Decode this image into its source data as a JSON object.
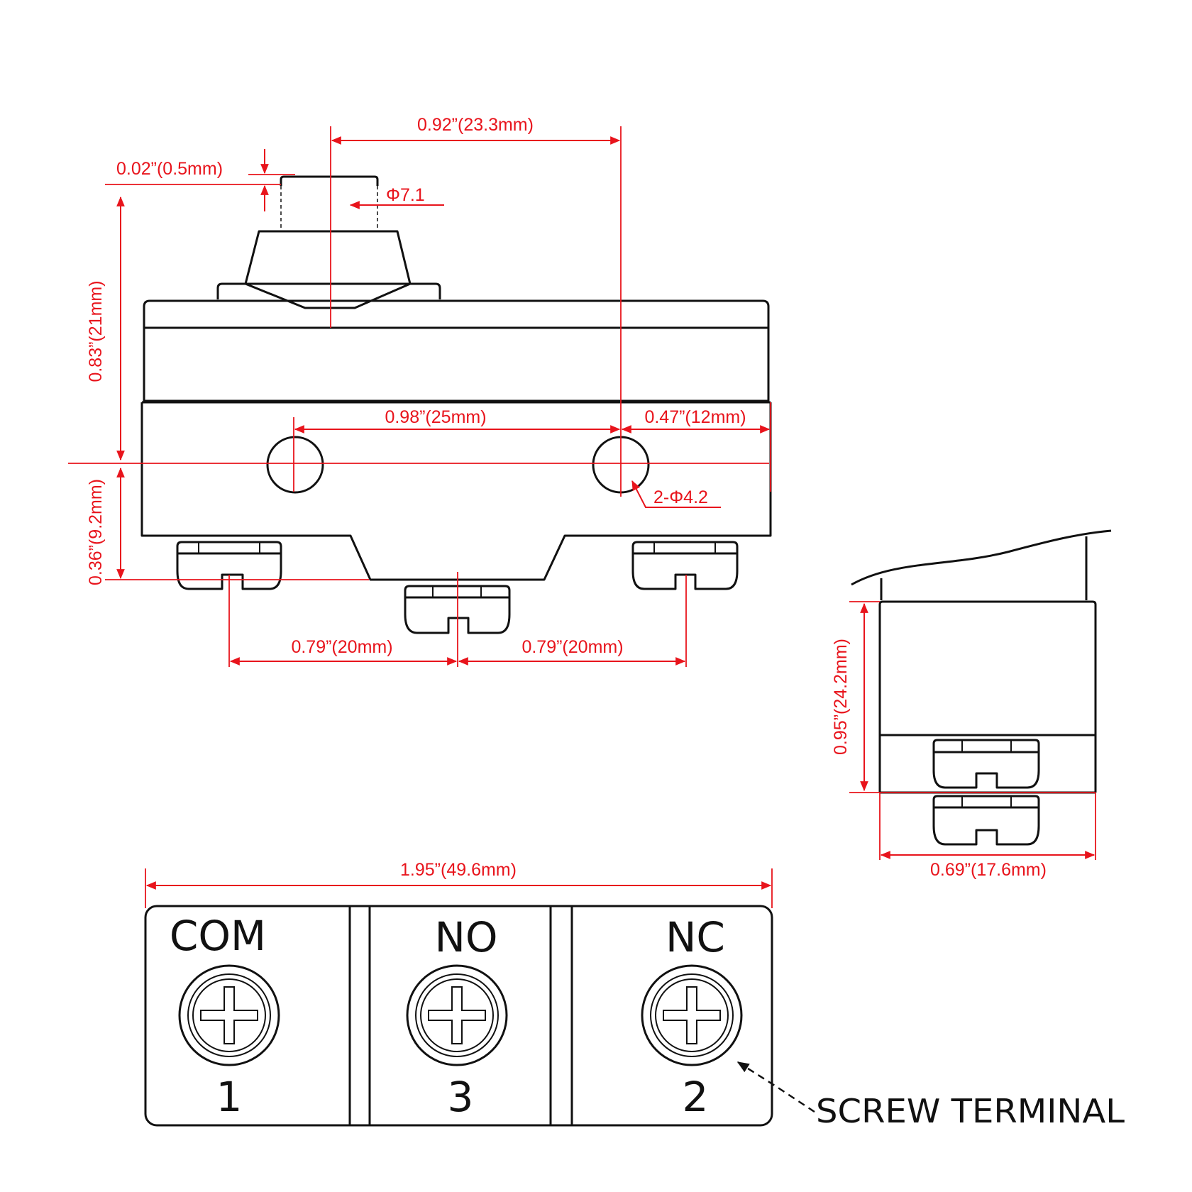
{
  "colors": {
    "dimension": "#e8141c",
    "outline": "#111111",
    "background": "#ffffff"
  },
  "dimensions": {
    "plunger_offset": "0.92”(23.3mm)",
    "plunger_travel": "0.02”(0.5mm)",
    "plunger_diameter": "Φ7.1",
    "total_height": "0.83”(21mm)",
    "hole_spacing": "0.98”(25mm)",
    "hole_edge": "0.47”(12mm)",
    "hole_diameter": "2-Φ4.2",
    "hole_height": "0.36”(9.2mm)",
    "terminal_pitch_left": "0.79”(20mm)",
    "terminal_pitch_right": "0.79”(20mm)",
    "side_height": "0.95”(24.2mm)",
    "side_width": "0.69”(17.6mm)",
    "total_length": "1.95”(49.6mm)"
  },
  "terminals": [
    {
      "label": "COM",
      "number": "1"
    },
    {
      "label": "NO",
      "number": "3"
    },
    {
      "label": "NC",
      "number": "2"
    }
  ],
  "callout": "SCREW TERMINAL",
  "icons": [
    "phillips-screw-icon",
    "arrow-icon"
  ]
}
